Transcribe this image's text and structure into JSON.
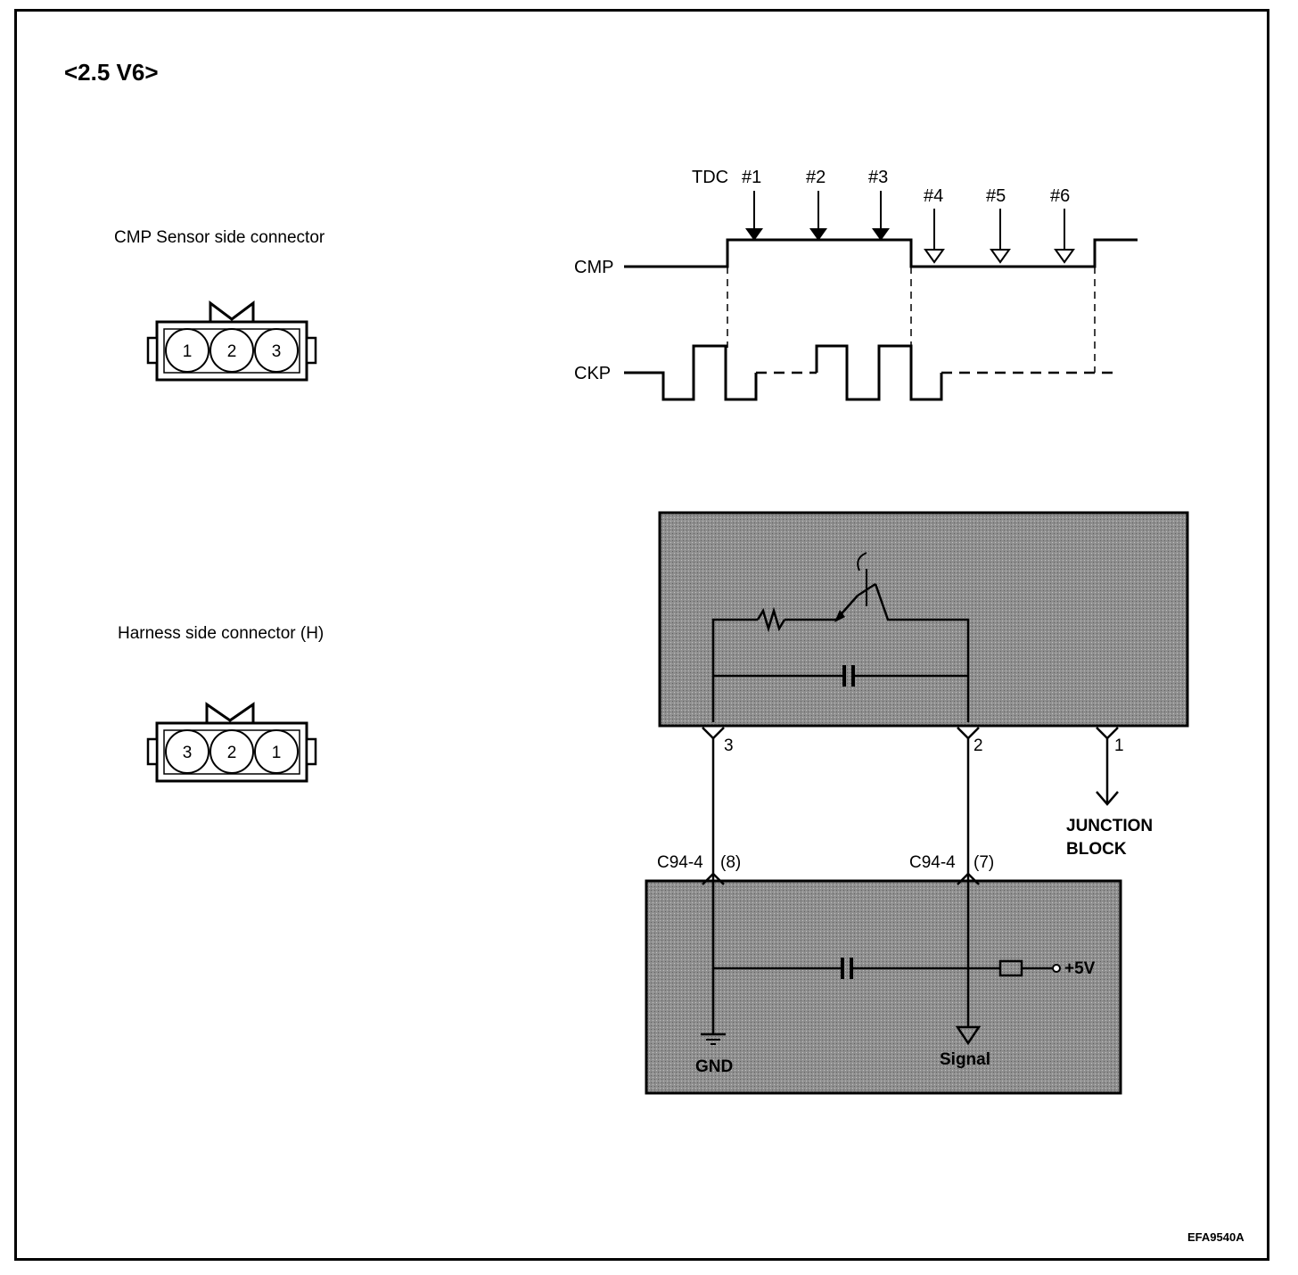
{
  "title": "<2.5 V6>",
  "cmp_connector": {
    "label": "CMP Sensor side connector",
    "pins": [
      "1",
      "2",
      "3"
    ]
  },
  "harness_connector": {
    "label": "Harness side connector (H)",
    "pins": [
      "3",
      "2",
      "1"
    ]
  },
  "timing": {
    "tdc_label": "TDC",
    "markers": [
      "#1",
      "#2",
      "#3",
      "#4",
      "#5",
      "#6"
    ],
    "cmp_label": "CMP",
    "ckp_label": "CKP"
  },
  "sensor_terminals": [
    "3",
    "2",
    "1"
  ],
  "junction_block": [
    "JUNCTION",
    "BLOCK"
  ],
  "ecm_connectors": [
    "C94-4",
    "(8)",
    "C94-4",
    "(7)"
  ],
  "ecm_labels": {
    "gnd": "GND",
    "signal": "Signal",
    "supply": "+5V"
  },
  "figure_code": "EFA9540A",
  "colors": {
    "line": "#000000",
    "shade": "#8a8a8a"
  }
}
